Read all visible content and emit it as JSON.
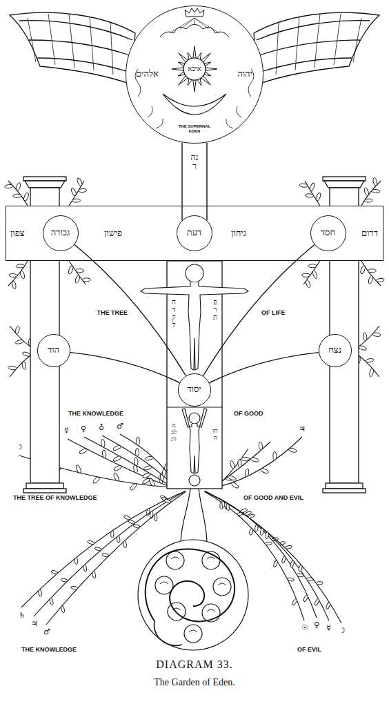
{
  "diagram": {
    "title": "DIAGRAM 33.",
    "caption": "The Garden of Eden.",
    "nodes": [
      {
        "text": [
          "אלהים",
          "איבא",
          "יהוה",
          "THE SUPERNAL EDEN"
        ]
      },
      {
        "text": [
          "צפון",
          "פישון",
          "גיחון",
          "דרום"
        ]
      },
      {
        "text": [
          "גבורה"
        ],
        "in": 1
      },
      {
        "text": [
          "דעת"
        ],
        "in": 1
      },
      {
        "text": [
          "חסד"
        ],
        "in": 1
      },
      {
        "text": [
          "הוד"
        ]
      },
      {
        "text": [
          "נצח"
        ]
      },
      {
        "text": [
          "יסוד"
        ]
      }
    ],
    "edges": [
      {
        "from": 0,
        "to": 3,
        "arrow": "none"
      },
      {
        "from": 2,
        "to": 7,
        "arrow": "none"
      },
      {
        "from": 4,
        "to": 7,
        "arrow": "none"
      },
      {
        "from": 5,
        "to": 7,
        "arrow": "none"
      },
      {
        "from": 6,
        "to": 7,
        "arrow": "none"
      }
    ],
    "labels": [
      "נהר",
      "חדקל",
      "פרת",
      "THE TREE",
      "OF LIFE",
      "THE KNOWLEDGE",
      "OF GOOD",
      "☿",
      "♀",
      "♁",
      "♂",
      "☽",
      "♃",
      "מלכות",
      "חוה",
      "THE TREE OF KNOWLEDGE",
      "OF GOOD AND EVIL",
      "♄",
      "♃",
      "♂",
      "THE KNOWLEDGE",
      "☉",
      "♀",
      "☿",
      "☽",
      "OF EVIL"
    ]
  }
}
